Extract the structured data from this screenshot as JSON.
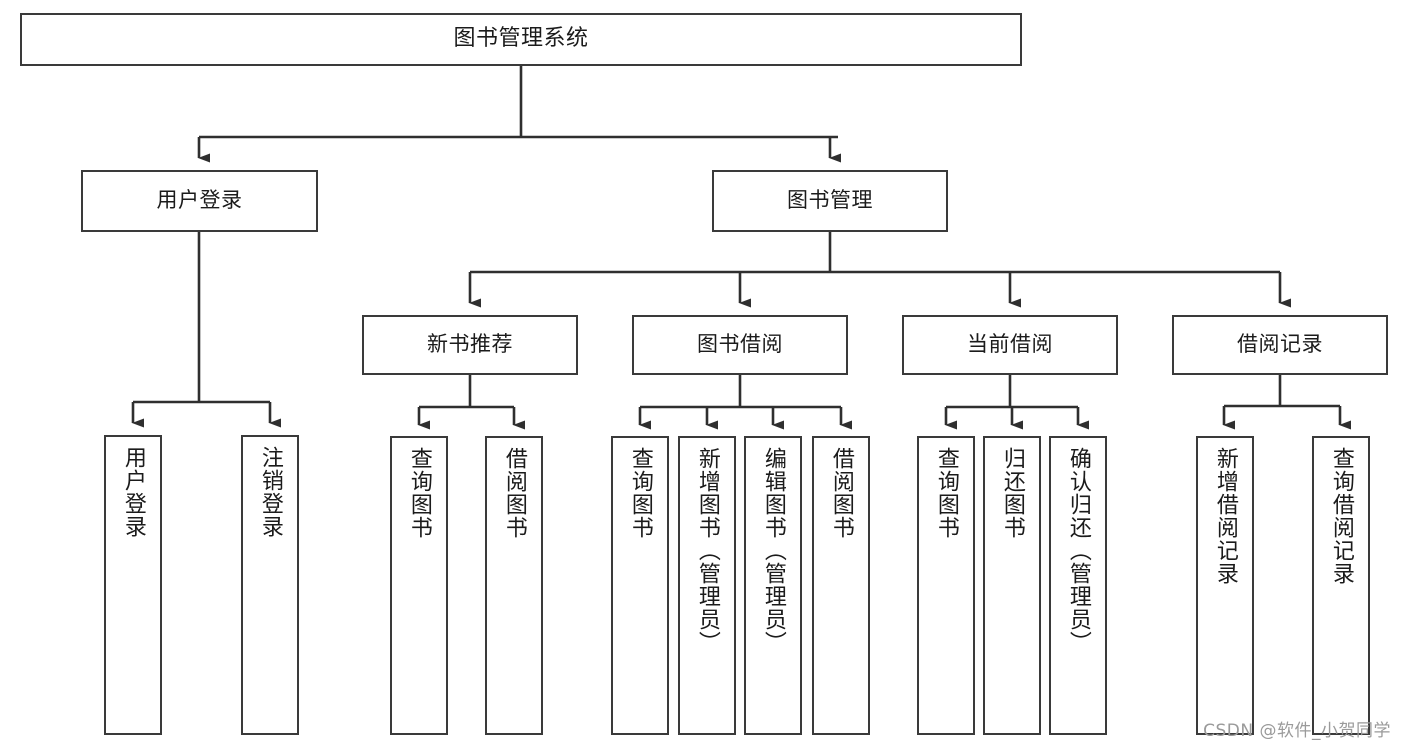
{
  "diagram": {
    "type": "tree",
    "title": "图书管理系统",
    "watermark": "CSDN @软件_小贺同学",
    "colors": {
      "node_border": "#3a3a3a",
      "node_fill": "#ffffff",
      "connector": "#2f2f2f",
      "text": "#1b1b1b",
      "watermark": "#9a9a9a"
    },
    "levels": {
      "root": "图书管理系统",
      "level2": [
        "用户登录",
        "图书管理"
      ],
      "level3": [
        "新书推荐",
        "图书借阅",
        "当前借阅",
        "借阅记录"
      ]
    },
    "nodes": {
      "root": {
        "label": "图书管理系统"
      },
      "user_login": {
        "label": "用户登录"
      },
      "book_mgmt": {
        "label": "图书管理"
      },
      "new_book_rec": {
        "label": "新书推荐"
      },
      "book_borrow": {
        "label": "图书借阅"
      },
      "current_borrow": {
        "label": "当前借阅"
      },
      "borrow_record": {
        "label": "借阅记录"
      },
      "leaf_user_login": {
        "label": "用户登录"
      },
      "leaf_logout": {
        "label": "注销登录"
      },
      "leaf_query_book_a": {
        "label": "查询图书"
      },
      "leaf_borrow_book_a": {
        "label": "借阅图书"
      },
      "leaf_query_book_b": {
        "label": "查询图书"
      },
      "leaf_add_book": {
        "label": "新增图书（管理员）"
      },
      "leaf_edit_book": {
        "label": "编辑图书（管理员）"
      },
      "leaf_borrow_book_b": {
        "label": "借阅图书"
      },
      "leaf_query_book_c": {
        "label": "查询图书"
      },
      "leaf_return_book": {
        "label": "归还图书"
      },
      "leaf_confirm_return": {
        "label": "确认归还（管理员）"
      },
      "leaf_add_record": {
        "label": "新增借阅记录"
      },
      "leaf_query_record": {
        "label": "查询借阅记录"
      }
    },
    "edges": [
      {
        "from": "root",
        "to": "user_login"
      },
      {
        "from": "root",
        "to": "book_mgmt"
      },
      {
        "from": "user_login",
        "to": "leaf_user_login"
      },
      {
        "from": "user_login",
        "to": "leaf_logout"
      },
      {
        "from": "book_mgmt",
        "to": "new_book_rec"
      },
      {
        "from": "book_mgmt",
        "to": "book_borrow"
      },
      {
        "from": "book_mgmt",
        "to": "current_borrow"
      },
      {
        "from": "book_mgmt",
        "to": "borrow_record"
      },
      {
        "from": "new_book_rec",
        "to": "leaf_query_book_a"
      },
      {
        "from": "new_book_rec",
        "to": "leaf_borrow_book_a"
      },
      {
        "from": "book_borrow",
        "to": "leaf_query_book_b"
      },
      {
        "from": "book_borrow",
        "to": "leaf_add_book"
      },
      {
        "from": "book_borrow",
        "to": "leaf_edit_book"
      },
      {
        "from": "book_borrow",
        "to": "leaf_borrow_book_b"
      },
      {
        "from": "current_borrow",
        "to": "leaf_query_book_c"
      },
      {
        "from": "current_borrow",
        "to": "leaf_return_book"
      },
      {
        "from": "current_borrow",
        "to": "leaf_confirm_return"
      },
      {
        "from": "borrow_record",
        "to": "leaf_add_record"
      },
      {
        "from": "borrow_record",
        "to": "leaf_query_record"
      }
    ]
  }
}
